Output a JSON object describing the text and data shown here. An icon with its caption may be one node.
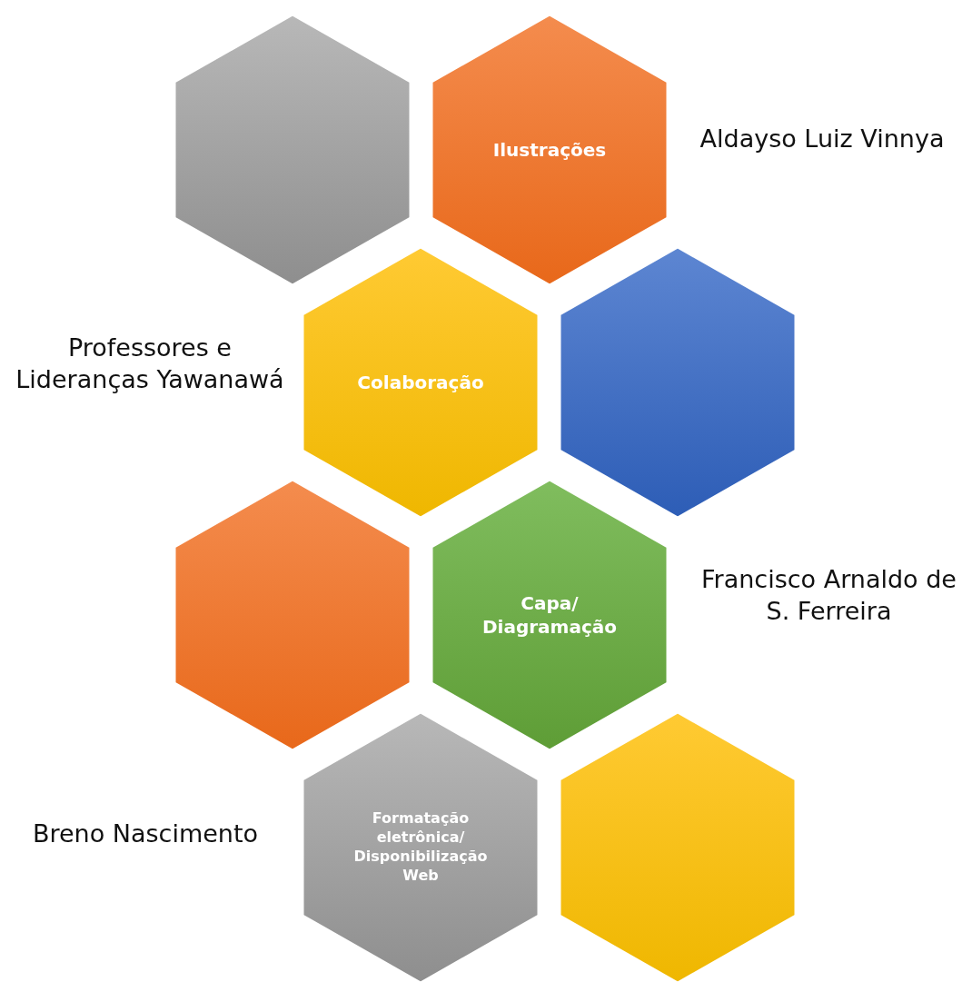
{
  "diagram": {
    "nodes": [
      {
        "text": [],
        "shape": "hexagon"
      },
      {
        "text": [
          "Ilustrações"
        ]
      },
      {
        "text": [
          "Colaboração"
        ]
      },
      {
        "text": [],
        "shape": "hexagon"
      },
      {
        "text": [],
        "shape": "hexagon"
      },
      {
        "text": [
          "Capa/ Diagramação"
        ]
      },
      {
        "text": [
          "Formatação eletrônica/ Disponibilização Web"
        ]
      },
      {
        "text": [],
        "shape": "hexagon"
      }
    ],
    "edges": [],
    "labels": [
      "Aldayso Luiz Vinnya",
      "Professores e Lideranças Yawanawá",
      "Francisco Arnaldo de S. Ferreira",
      "Breno Nascimento"
    ]
  }
}
